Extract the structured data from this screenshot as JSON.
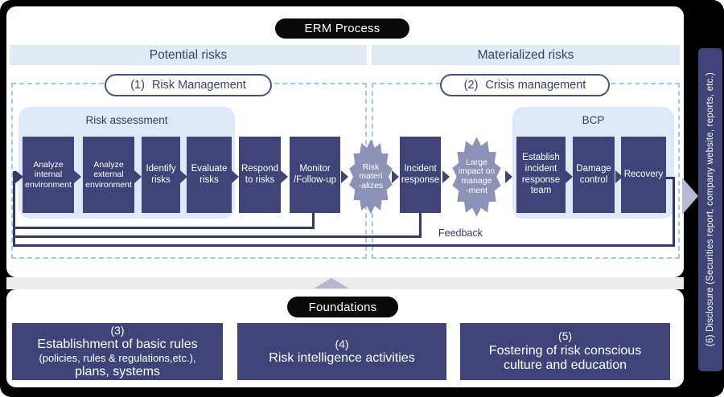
{
  "header": {
    "title": "ERM Process"
  },
  "columns": {
    "left": "Potential risks",
    "right": "Materialized risks"
  },
  "sections": {
    "one": {
      "num": "(1)",
      "label": "Risk Management"
    },
    "two": {
      "num": "(2)",
      "label": "Crisis management"
    }
  },
  "groups": {
    "risk_assessment": "Risk assessment",
    "bcp": "BCP"
  },
  "steps": {
    "analyze_internal": "Analyze\ninternal\nenvironment",
    "analyze_external": "Analyze\nexternal\nenvironment",
    "identify_risks": "Identify\nrisks",
    "evaluate_risks": "Evaluate\nrisks",
    "respond_to_risks": "Respond\nto risks",
    "monitor_followup": "Monitor\n/Follow-up",
    "incident_response": "Incident\nresponse",
    "establish_team": "Establish\nincident\nresponse\nteam",
    "damage_control": "Damage\ncontrol",
    "recovery": "Recovery"
  },
  "bursts": {
    "risk_materializes": "Risk\nmateri\n-alizes",
    "large_impact": "Large\nimpact on\nmanage\n-ment"
  },
  "feedback_label": "Feedback",
  "foundations": {
    "title": "Foundations",
    "items": [
      {
        "num": "(3)",
        "line1": "Establishment of basic rules",
        "line2": "(policies, rules & regulations,etc.),",
        "line3": "plans, systems"
      },
      {
        "num": "(4)",
        "line1": "Risk intelligence activities"
      },
      {
        "num": "(5)",
        "line1": "Fostering of risk conscious\nculture and education"
      }
    ]
  },
  "disclosure": {
    "label": "(6) Disclosure (Securities report, company website, reports, etc.)"
  },
  "colors": {
    "box_purple": "#3f4377",
    "burst_grey": "#8e92b6",
    "light_blue": "#dde9f8",
    "header_bar": "#e1e8f6",
    "line_navy": "#343a66",
    "lavender": "#b6b8d2",
    "dashed_blue": "#a6c6ea"
  }
}
